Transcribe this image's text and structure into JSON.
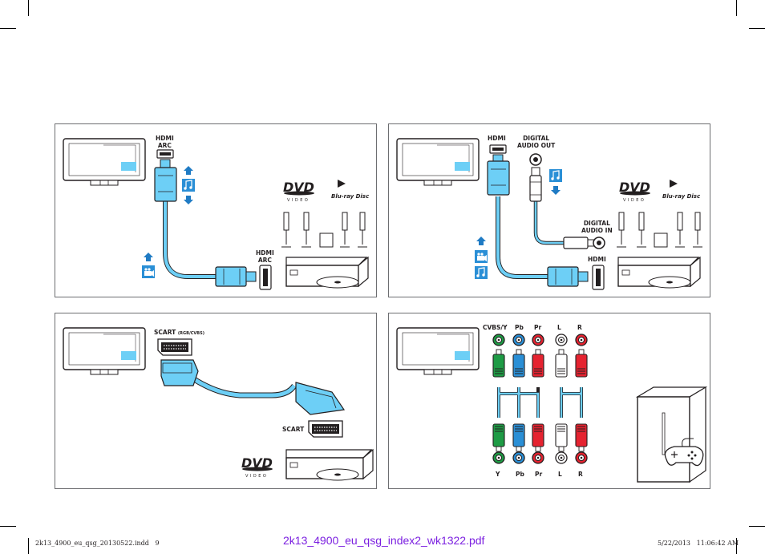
{
  "panels": {
    "hdmi_arc": {
      "label_tv_port": "HDMI\nARC",
      "label_device_port": "HDMI\nARC",
      "logos": [
        "DVD VIDEO",
        "Blu-ray Disc"
      ]
    },
    "hdmi_digital": {
      "label_hdmi": "HDMI",
      "label_digital_out": "DIGITAL\nAUDIO OUT",
      "label_digital_in": "DIGITAL\nAUDIO IN",
      "label_hdmi_device": "HDMI",
      "logos": [
        "DVD VIDEO",
        "Blu-ray Disc"
      ]
    },
    "scart": {
      "label_scart_tv": "SCART",
      "label_scart_sub": "(RGB/CVBS)",
      "label_scart_device": "SCART",
      "logos": [
        "DVD VIDEO"
      ]
    },
    "component": {
      "top_labels": [
        "CVBS/Y",
        "Pb",
        "Pr",
        "L",
        "R"
      ],
      "bottom_labels": [
        "Y",
        "Pb",
        "Pr",
        "L",
        "R"
      ],
      "colors": [
        "#1e9b45",
        "#2a8fd6",
        "#e52330",
        "#ffffff",
        "#e52330"
      ]
    }
  },
  "icons": [
    "arrow-up-icon",
    "arrow-down-icon",
    "music-note-icon",
    "video-camera-icon",
    "game-controller-icon"
  ],
  "footer": {
    "file": "2k13_4900_eu_qsg_20130522.indd   9",
    "pdf": "2k13_4900_eu_qsg_index2_wk1322.pdf",
    "date": "5/22/2013   11:06:42 AM"
  }
}
